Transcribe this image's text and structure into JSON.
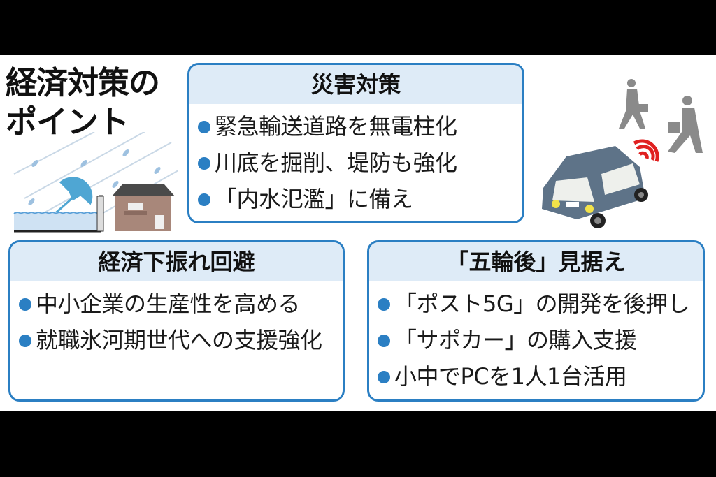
{
  "title_lines": [
    "経済対策の",
    "ポイント"
  ],
  "sections": [
    {
      "heading": "災害対策",
      "items": [
        "緊急輸送道路を無電柱化",
        "川底を掘削、堤防も強化",
        "「内水氾濫」に備え"
      ]
    },
    {
      "heading": "経済下振れ回避",
      "items": [
        "中小企業の生産性を高める",
        "就職氷河期世代への支援強化"
      ]
    },
    {
      "heading": "「五輪後」見据え",
      "items": [
        "「ポスト5G」の開発を後押し",
        "「サポカー」の購入支援",
        "小中でPCを1人1台活用"
      ]
    }
  ],
  "colors": {
    "accent": "#2b7fc3",
    "header_bg": "#deebf7",
    "umbrella": "#4fa6d3",
    "car": "#5e7388",
    "signal": "#e02020"
  }
}
